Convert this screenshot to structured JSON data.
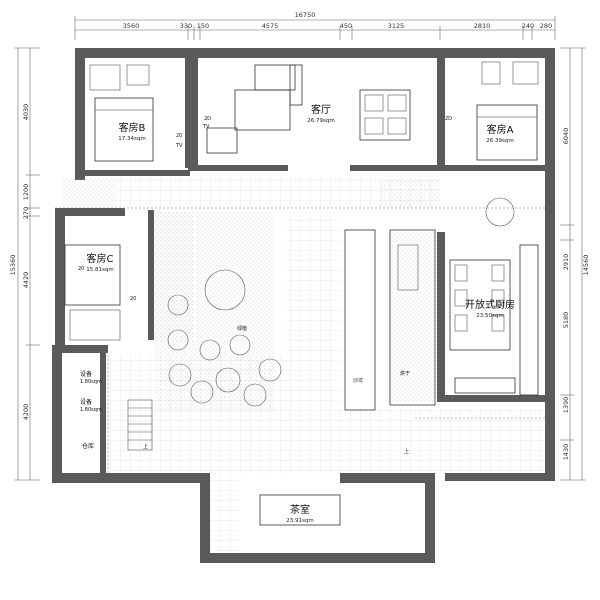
{
  "dimensions": {
    "top": [
      "3560",
      "330",
      "150",
      "4575",
      "450",
      "3125",
      "2810",
      "240",
      "280"
    ],
    "top_total": "16750",
    "left_total": "15360",
    "left": [
      "4030",
      "1200",
      "270",
      "4420",
      "4200"
    ],
    "right_total": "14560",
    "right": [
      "6040",
      "2910",
      "5180",
      "1390",
      "1430"
    ]
  },
  "rooms": {
    "guest_b": {
      "name": "客房B",
      "area": "17.34sqm"
    },
    "living": {
      "name": "客厅",
      "area": "26.79sqm"
    },
    "guest_a": {
      "name": "客房A",
      "area": "26.39sqm"
    },
    "guest_c": {
      "name": "客房C",
      "area": "15.81sqm"
    },
    "kitchen": {
      "name": "开放式厨房",
      "area": "23.50sqm"
    },
    "equip1": {
      "name": "设备",
      "area": "1.80sqm"
    },
    "equip2": {
      "name": "设备",
      "area": "1.80sqm"
    },
    "storage": {
      "name": "仓库"
    },
    "tea": {
      "name": "茶室",
      "area": "23.91sqm"
    }
  },
  "labels": {
    "tv": "TV",
    "up": "上",
    "sofa": "沙坑",
    "dryer": "烘干",
    "shrub": "绿植",
    "note_20": "20",
    "note_2d": "2D"
  }
}
